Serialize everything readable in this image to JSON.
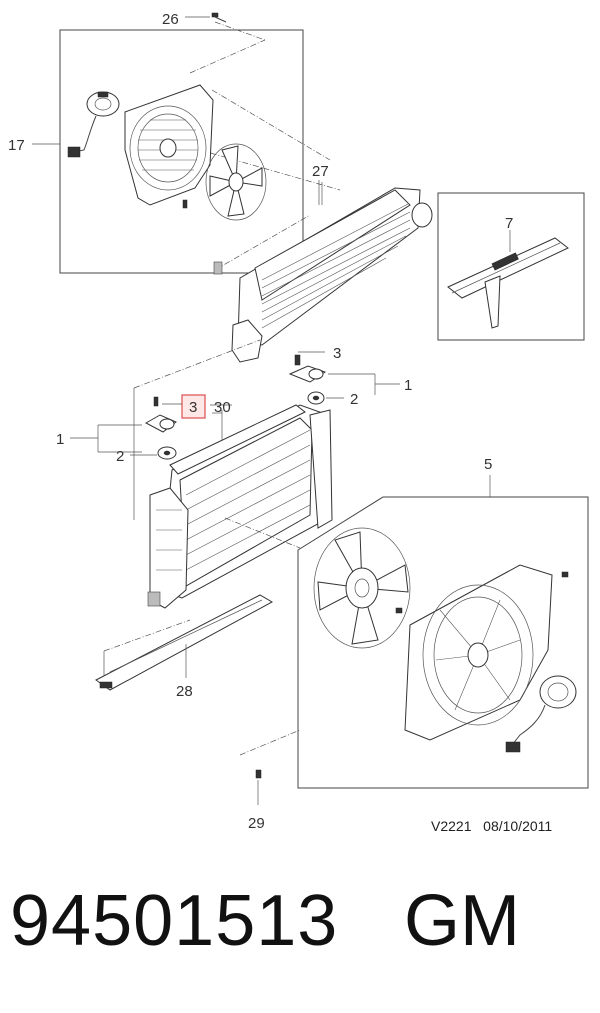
{
  "callouts": {
    "c26": "26",
    "c17": "17",
    "c27": "27",
    "c7": "7",
    "c3a": "3",
    "c1a": "1",
    "c2a": "2",
    "c3b": "3",
    "c30": "30",
    "c1b": "1",
    "c2b": "2",
    "c5": "5",
    "c28": "28",
    "c29": "29"
  },
  "drawing_ref": "V2221   08/10/2011",
  "part_number": "94501513",
  "brand": "GM",
  "highlight_color": "#e05a5a"
}
